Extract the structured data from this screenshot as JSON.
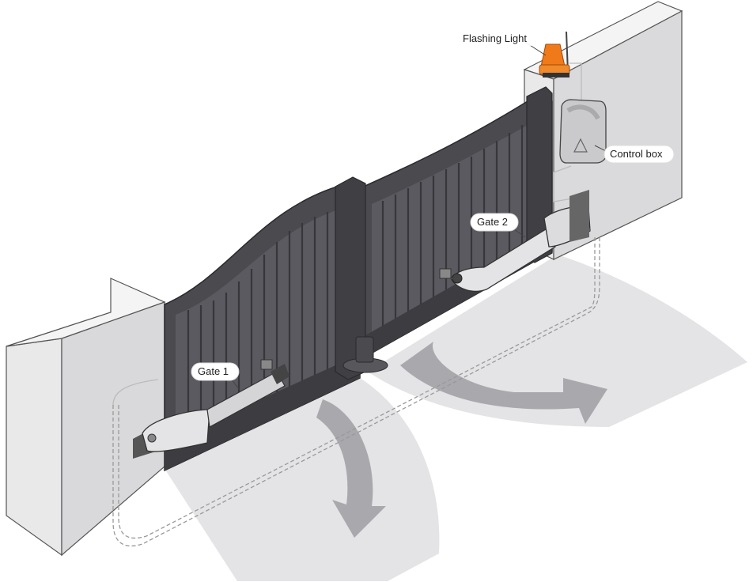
{
  "labels": {
    "flashing_light": "Flashing Light",
    "control_box": "Control box",
    "gate_1": "Gate 1",
    "gate_2": "Gate 2"
  },
  "colors": {
    "gate": "#4a4a4f",
    "gate_dark": "#34343a",
    "gate_light": "#5e5e64",
    "pillar_front": "#e9e9ea",
    "pillar_side": "#d7d7d9",
    "pillar_top": "#f4f4f5",
    "swing_area": "#e2e2e4",
    "arrow": "#a9a9ad",
    "actuator": "#dedee0",
    "light": "#f07a1a",
    "control_box": "#c9c9cb"
  },
  "icons": [
    "flashing-light-icon",
    "control-box-icon",
    "swing-arrow-icon",
    "actuator-icon"
  ]
}
